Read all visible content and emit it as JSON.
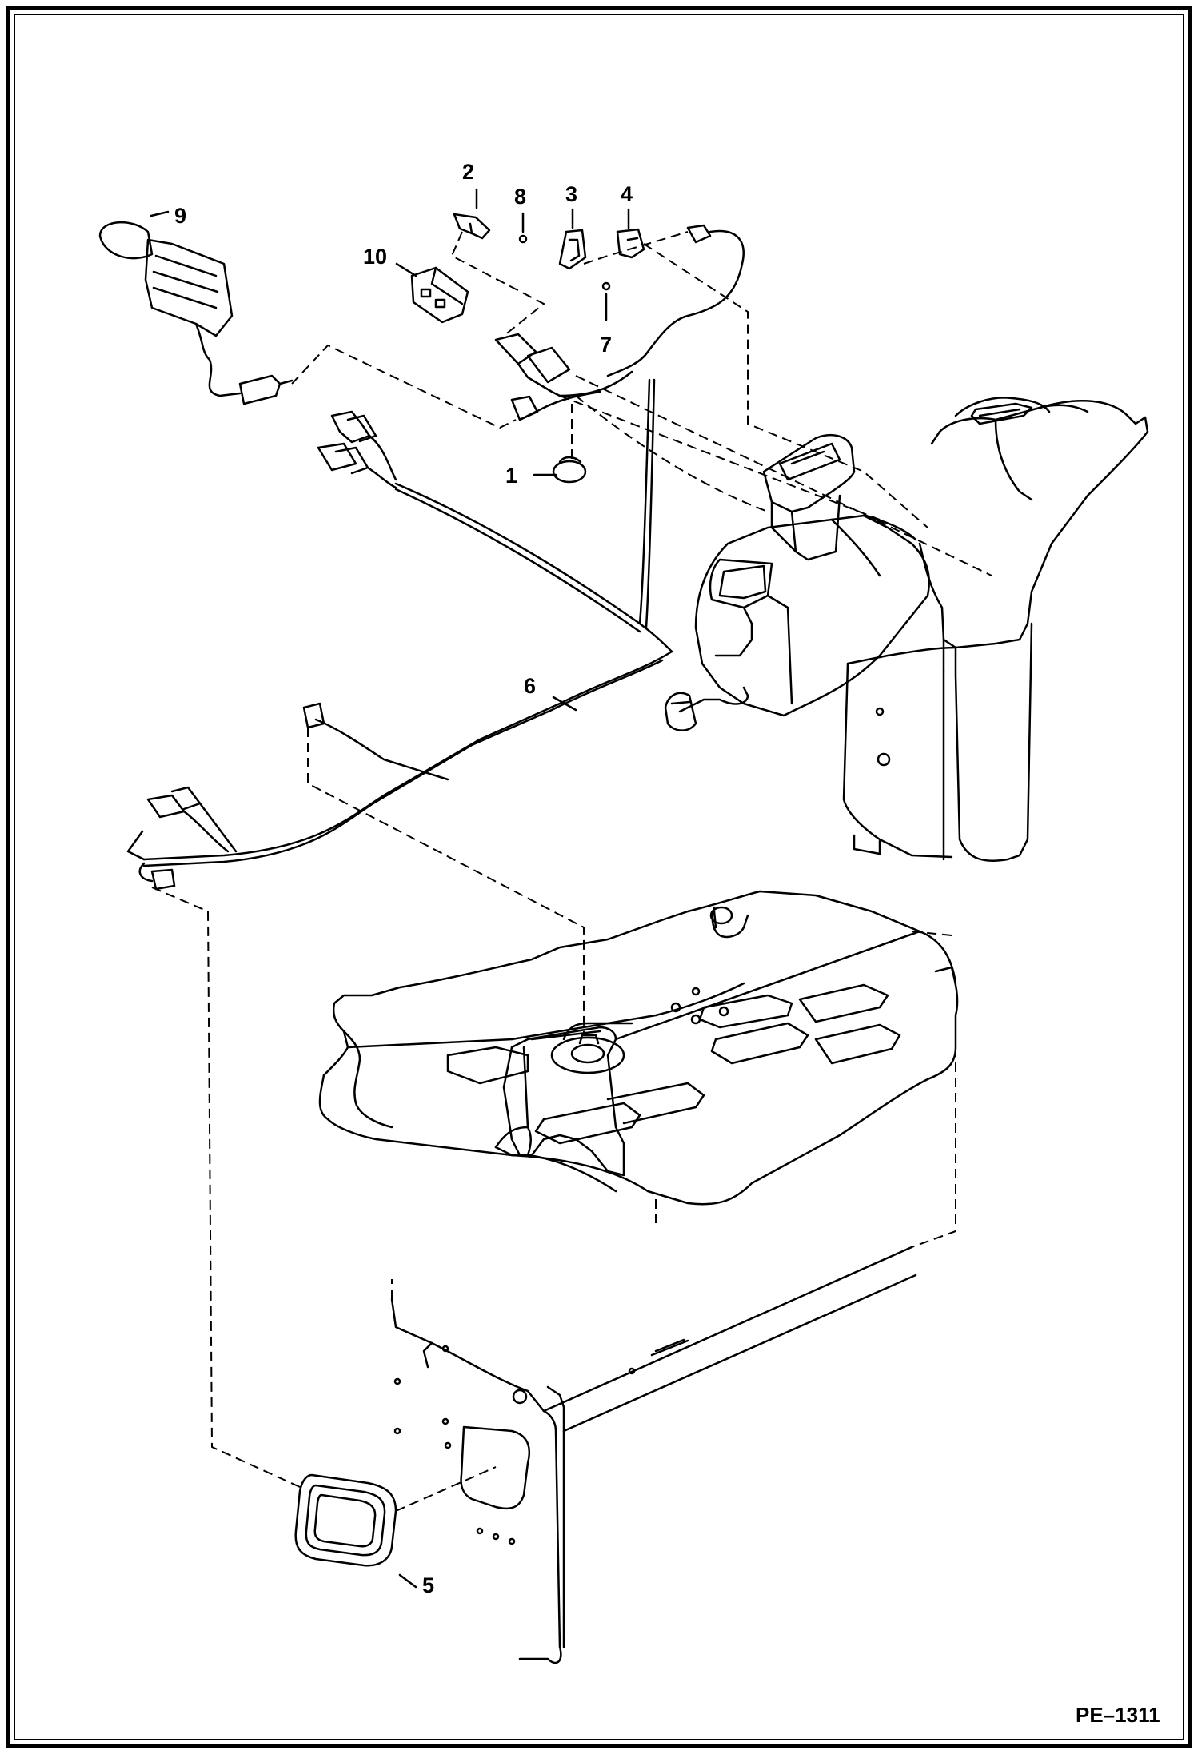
{
  "figure_id": "PE–1311",
  "callouts": [
    "1",
    "2",
    "3",
    "4",
    "5",
    "6",
    "7",
    "8",
    "9",
    "10"
  ]
}
